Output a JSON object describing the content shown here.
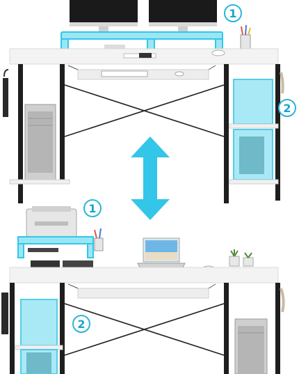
{
  "badges": [
    {
      "label": "1"
    },
    {
      "label": "2"
    },
    {
      "label": "1"
    },
    {
      "label": "2"
    }
  ],
  "colors": {
    "accent": "#34c6e8",
    "desk_top": "#f2f2f2",
    "frame": "#1e1e1e",
    "glass_tint": "#5fd3ee"
  },
  "icons": [
    "double-headed-arrow-icon",
    "monitor-icon",
    "printer-icon",
    "laptop-icon",
    "keyboard-icon",
    "computer-tower-icon",
    "headphones-icon",
    "plant-icon"
  ]
}
